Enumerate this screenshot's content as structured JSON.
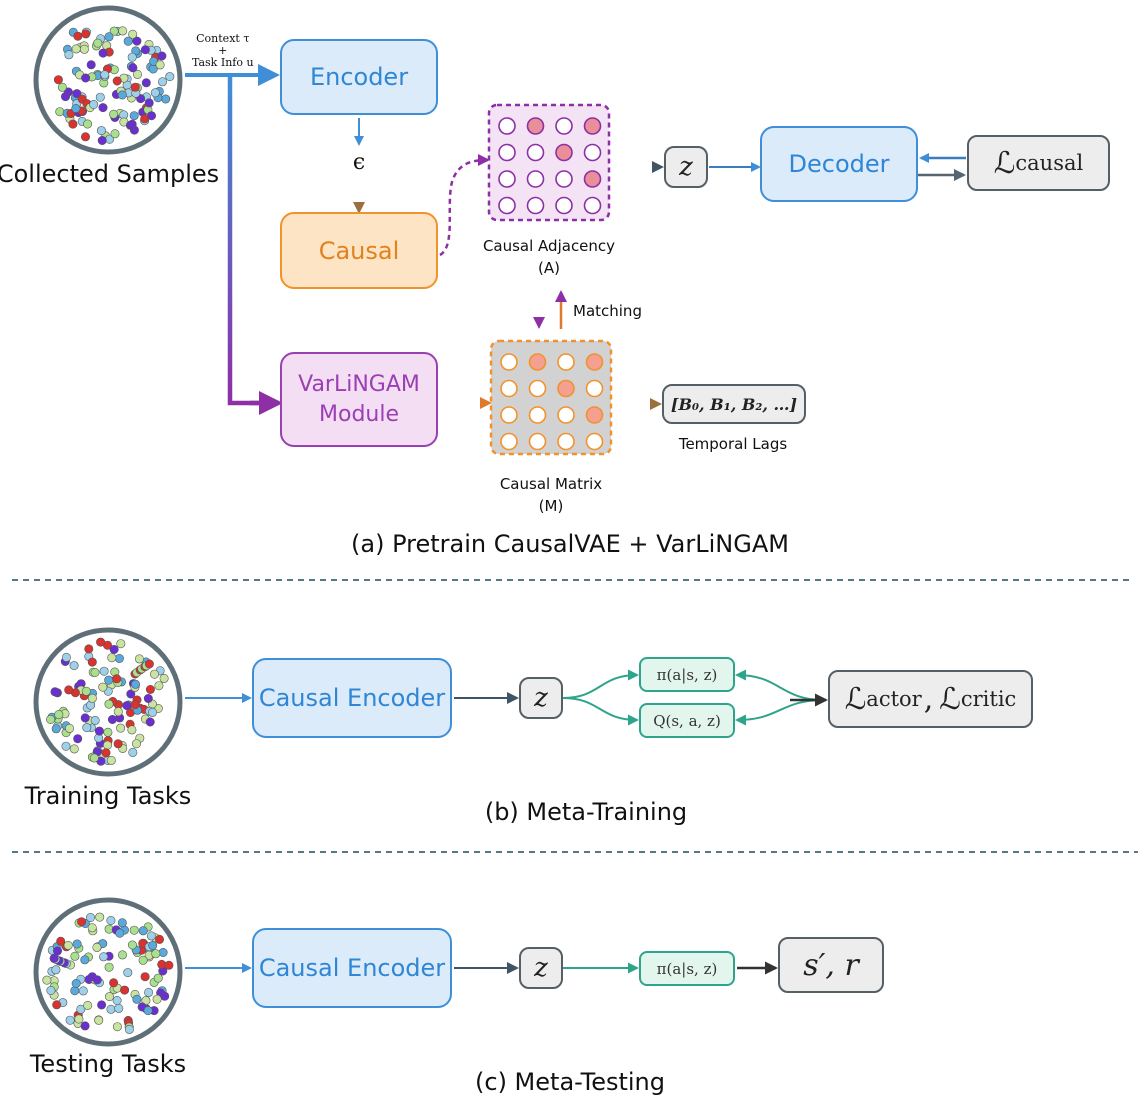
{
  "section_a": {
    "samples_label": "Collected Samples",
    "context_line1": "Context τ",
    "context_plus": "+",
    "context_line2": "Task Info u",
    "encoder": "Encoder",
    "epsilon": "ϵ",
    "causal": "Causal",
    "adjacency_label_1": "Causal Adjacency",
    "adjacency_label_2": "(A)",
    "z": "z",
    "decoder": "Decoder",
    "loss_symbol": "ℒ",
    "loss_sub": "causal",
    "matching": "Matching",
    "varlingam_1": "VarLiNGAM",
    "varlingam_2": "Module",
    "matrix_label_1": "Causal Matrix",
    "matrix_label_2": "(M)",
    "lags_value": "[B₀, B₁, B₂, …]",
    "lags_label": "Temporal Lags",
    "caption": "(a) Pretrain CausalVAE + VarLiNGAM"
  },
  "section_b": {
    "samples_label": "Training Tasks",
    "causal_encoder": "Causal Encoder",
    "z": "z",
    "policy": "π(a|s, z)",
    "q": "Q(s, a, z)",
    "loss_actor_sym": "ℒ",
    "loss_actor_sub": "actor",
    "loss_sep": ",",
    "loss_critic_sym": "ℒ",
    "loss_critic_sub": "critic",
    "caption": "(b) Meta-Training"
  },
  "section_c": {
    "samples_label": "Testing Tasks",
    "causal_encoder": "Causal Encoder",
    "z": "z",
    "policy": "π(a|s, z)",
    "output": "s′, r",
    "caption": "(c) Meta-Testing"
  },
  "colors": {
    "blue": "#3f8fd8",
    "orange": "#f2922c",
    "purple": "#8e2fa6",
    "teal": "#2ea48a",
    "gray": "#555f66",
    "matrix_filled": "#e88f9a",
    "matrix_filled_orange": "#f4a090"
  },
  "adjacency_pattern": [
    [
      0,
      1,
      0,
      1
    ],
    [
      0,
      0,
      1,
      0
    ],
    [
      0,
      0,
      0,
      1
    ],
    [
      0,
      0,
      0,
      0
    ]
  ],
  "matrix_pattern": [
    [
      0,
      1,
      0,
      1
    ],
    [
      0,
      0,
      1,
      0
    ],
    [
      0,
      0,
      0,
      1
    ],
    [
      0,
      0,
      0,
      0
    ]
  ]
}
